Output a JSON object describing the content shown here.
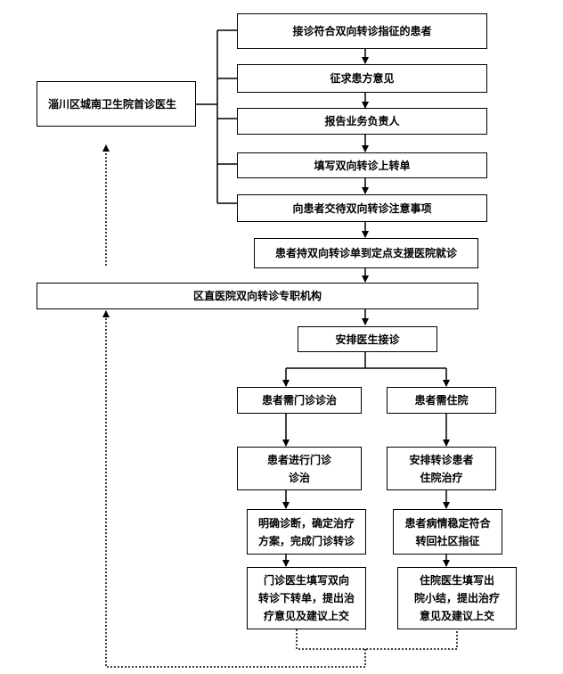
{
  "nodes": {
    "doctor": "淄川区城南卫生院首诊医生",
    "step1": "接诊符合双向转诊指征的患者",
    "step2": "征求患方意见",
    "step3": "报告业务负责人",
    "step4": "填写双向转诊上转单",
    "step5": "向患者交待双向转诊注意事项",
    "step6": "患者持双向转诊单到定点支援医院就诊",
    "agency": "区直医院双向转诊专职机构",
    "arrange": "安排医生接诊",
    "left_branch": {
      "title": "患者需门诊诊治",
      "step1": "患者进行门诊\n诊治",
      "step2": "明确诊断，确定治疗\n方案，完成门诊转诊",
      "step3": "门诊医生填写双向\n转诊下转单，提出治\n疗意见及建议上交"
    },
    "right_branch": {
      "title": "患者需住院",
      "step1": "安排转诊患者\n住院治疗",
      "step2": "患者病情稳定符合\n转回社区指征",
      "step3": "住院医生填写出\n院小结，提出治疗\n意见及建议上交"
    }
  }
}
